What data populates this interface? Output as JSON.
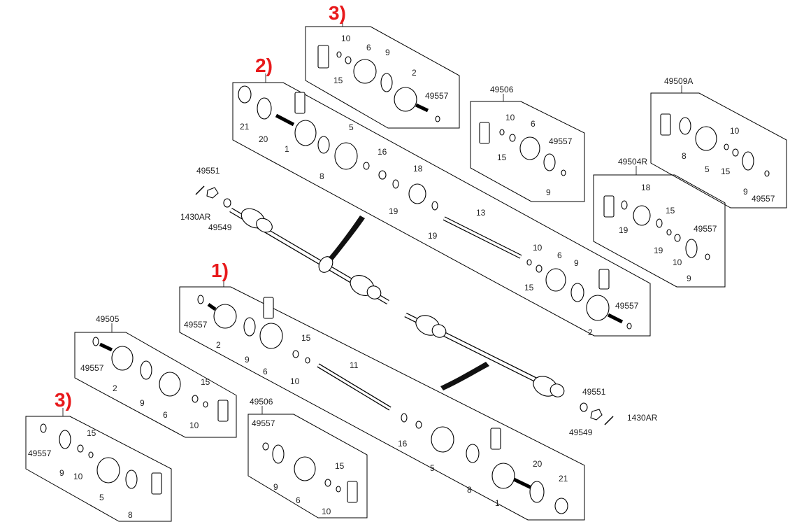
{
  "section_markers": [
    "1)",
    "2)",
    "3)",
    "3)"
  ],
  "kit_labels": {
    "k49505": "49505",
    "k49506_bottom": "49506",
    "k49506_top": "49506",
    "k49509A": "49509A",
    "k49504R": "49504R"
  },
  "hardware": {
    "nut_top": "49551",
    "pin_top": "1430AR",
    "washer_top": "49549",
    "nut_bottom": "49551",
    "pin_bottom": "1430AR",
    "washer_bottom": "49549"
  },
  "callouts": {
    "n1": "1",
    "n2": "2",
    "n5": "5",
    "n6": "6",
    "n8": "8",
    "n9": "9",
    "n10": "10",
    "n11": "11",
    "n13": "13",
    "n15": "15",
    "n16": "16",
    "n18": "18",
    "n19": "19",
    "n20": "20",
    "n21": "21",
    "n49557": "49557"
  }
}
